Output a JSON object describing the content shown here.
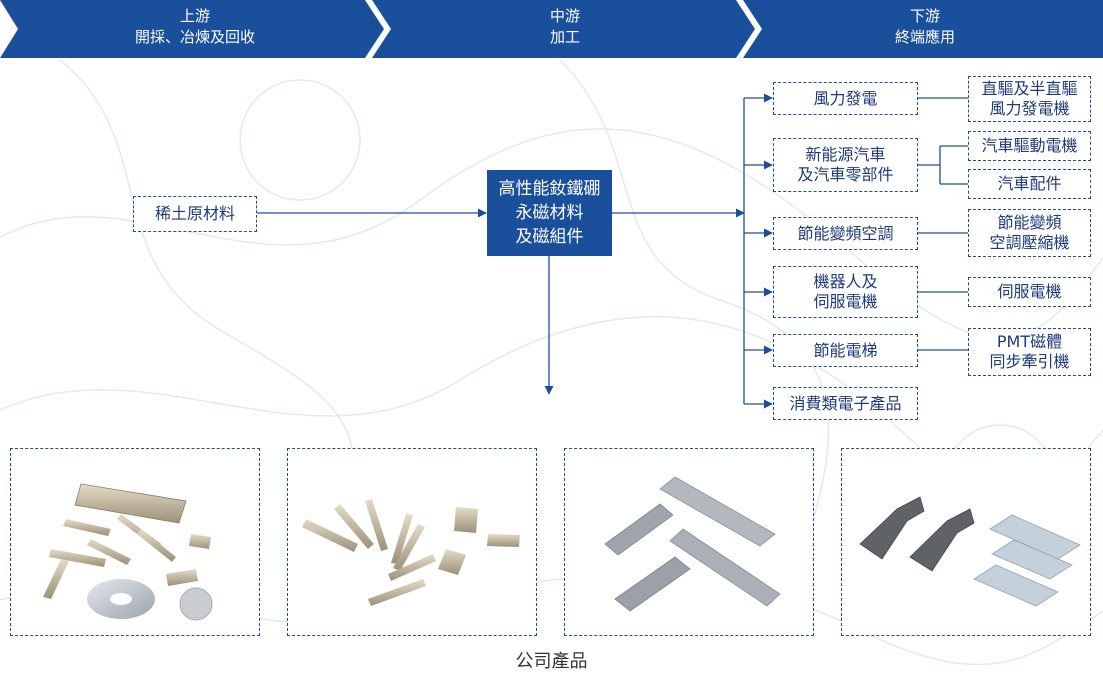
{
  "colors": {
    "accent": "#1a4f9c",
    "box_border": "#1d4f99",
    "box_text": "#1f3a7a",
    "caption_text": "#333333"
  },
  "stages": [
    {
      "line1": "上游",
      "line2": "開採、冶煉及回收"
    },
    {
      "line1": "中游",
      "line2": "加工"
    },
    {
      "line1": "下游",
      "line2": "終端應用"
    }
  ],
  "upstream": {
    "material": "稀土原材料"
  },
  "midstream": {
    "line1": "高性能釹鐵硼",
    "line2": "永磁材料",
    "line3": "及磁組件"
  },
  "applications": [
    {
      "line1": "風力發電",
      "line2": ""
    },
    {
      "line1": "新能源汽車",
      "line2": "及汽車零部件"
    },
    {
      "line1": "節能變頻空調",
      "line2": ""
    },
    {
      "line1": "機器人及",
      "line2": "伺服電機"
    },
    {
      "line1": "節能電梯",
      "line2": ""
    },
    {
      "line1": "消費類電子產品",
      "line2": ""
    }
  ],
  "products": [
    {
      "line1": "直驅及半直驅",
      "line2": "風力發電機"
    },
    {
      "line1": "汽車驅動電機",
      "line2": ""
    },
    {
      "line1": "汽車配件",
      "line2": ""
    },
    {
      "line1": "節能變頻",
      "line2": "空調壓縮機"
    },
    {
      "line1": "伺服電機",
      "line2": ""
    },
    {
      "line1": "PMT磁體",
      "line2": "同步牽引機"
    }
  ],
  "photos": [
    "magnet-assortment-photo",
    "bar-magnets-photo",
    "large-plates-photo",
    "arc-segments-photo"
  ],
  "caption": "公司產品"
}
